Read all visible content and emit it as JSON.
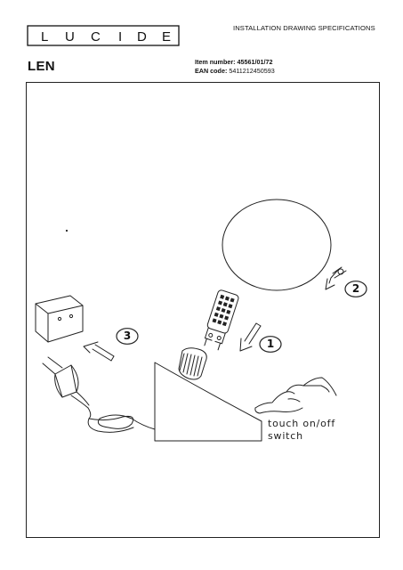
{
  "brand": {
    "logo_letters": [
      "L",
      "U",
      "C",
      "I",
      "D",
      "E"
    ]
  },
  "header": {
    "spec_title": "INSTALLATION DRAWING SPECIFICATIONS"
  },
  "product": {
    "name": "LEN"
  },
  "meta": {
    "item_label": "Item number:",
    "item_value": "45561/01/72",
    "ean_label": "EAN code:",
    "ean_value": "5411212450593"
  },
  "drawing": {
    "steps": [
      "1",
      "2",
      "3"
    ],
    "touch_label_line1": "touch on/off",
    "touch_label_line2": "switch"
  }
}
